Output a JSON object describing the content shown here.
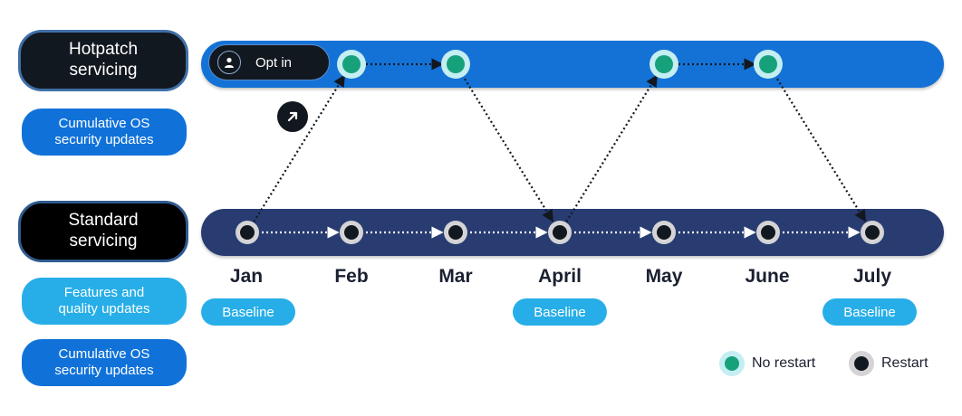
{
  "labels": {
    "hotpatch": "Hotpatch\nservicing",
    "hotpatch_updates": "Cumulative OS\nsecurity updates",
    "standard": "Standard\nservicing",
    "features_quality": "Features and\nquality updates",
    "standard_updates": "Cumulative OS\nsecurity updates"
  },
  "optin": {
    "label": "Opt in",
    "icon": "user-icon"
  },
  "arrow_badge": {
    "icon": "arrow-up-right-icon"
  },
  "months": [
    "Jan",
    "Feb",
    "Mar",
    "April",
    "May",
    "June",
    "July"
  ],
  "baseline_label": "Baseline",
  "baseline_months": [
    "Jan",
    "April",
    "July"
  ],
  "hotpatch_months": [
    "Feb",
    "Mar",
    "May",
    "June"
  ],
  "legend": {
    "no_restart": "No restart",
    "restart": "Restart"
  },
  "colors": {
    "hotpatch_track": "#1472d6",
    "standard_track": "#283c71",
    "no_restart_dot": "#17a17a",
    "restart_dot": "#121820"
  }
}
